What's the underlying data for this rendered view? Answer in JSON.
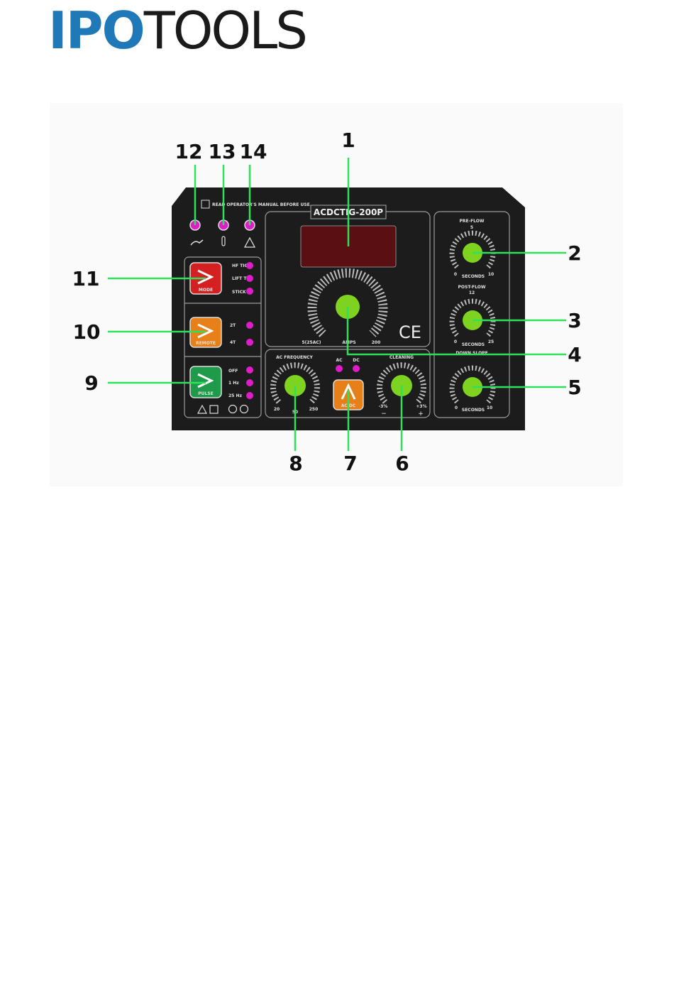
{
  "logo": {
    "part1": "IPO",
    "part2": "TOOLS",
    "colors": {
      "part1": "#1f79b8",
      "part2": "#1a1a1a"
    }
  },
  "panel": {
    "model": "ACDCTIG-200P",
    "warning_text": "READ OPERATOR'S MANUAL BEFORE USE",
    "ce_mark": "CE",
    "colors": {
      "body": "#1c1c1c",
      "knob": "#7ed321",
      "led": "#e01cc8",
      "display": "#5a0f12",
      "arrow": "#2ee05a"
    }
  },
  "main_knob": {
    "min_label": "5(25AC)",
    "name_label": "AMPS",
    "max_label": "200"
  },
  "knobs": {
    "pre_flow": {
      "title": "PRE-FLOW",
      "top": "5",
      "min": "0",
      "max": "10",
      "unit": "SECONDS"
    },
    "post_flow": {
      "title": "POST-FLOW",
      "top": "12",
      "min": "0",
      "max": "25",
      "unit": "SECONDS"
    },
    "down_slope": {
      "title": "DOWN SLOPE",
      "min": "0",
      "max": "10",
      "unit": "SECONDS"
    },
    "ac_frequency": {
      "title": "AC FREQUENCY",
      "min": "20",
      "mid": "50",
      "max": "250"
    },
    "cleaning": {
      "title": "CLEANING",
      "min_top": "-3%",
      "min_sign": "−",
      "max_top": "+3%",
      "max_sign": "+"
    }
  },
  "buttons": {
    "mode": {
      "label": "MODE",
      "options": [
        "HF TIG",
        "LIFT TIG",
        "STICK"
      ],
      "color": "#d42020"
    },
    "remote": {
      "label": "REMOTE",
      "options": [
        "2T",
        "4T"
      ],
      "color": "#e8801a"
    },
    "pulse": {
      "label": "PULSE",
      "options": [
        "OFF",
        "1 Hz",
        "25 Hz"
      ],
      "color": "#1f9a4a"
    },
    "acdc": {
      "label": "AC/DC",
      "options": [
        "AC",
        "DC"
      ],
      "color": "#e8801a"
    }
  },
  "callouts": [
    "1",
    "2",
    "3",
    "4",
    "5",
    "6",
    "7",
    "8",
    "9",
    "10",
    "11",
    "12",
    "13",
    "14"
  ]
}
